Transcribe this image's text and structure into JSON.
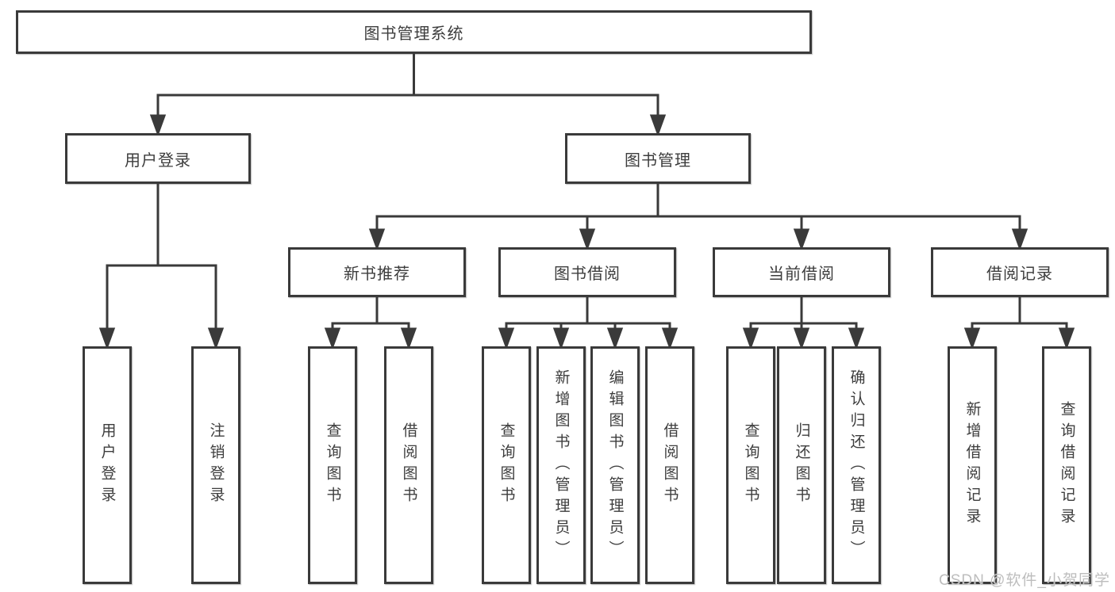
{
  "diagram": {
    "root": {
      "label": "图书管理系统"
    },
    "level2": [
      {
        "label": "用户登录"
      },
      {
        "label": "图书管理"
      }
    ],
    "level3": [
      {
        "label": "新书推荐",
        "parent": "图书管理"
      },
      {
        "label": "图书借阅",
        "parent": "图书管理"
      },
      {
        "label": "当前借阅",
        "parent": "图书管理"
      },
      {
        "label": "借阅记录",
        "parent": "图书管理"
      }
    ],
    "leaves": [
      {
        "label": "用户登录",
        "parent": "用户登录"
      },
      {
        "label": "注销登录",
        "parent": "用户登录"
      },
      {
        "label": "查询图书",
        "parent": "新书推荐"
      },
      {
        "label": "借阅图书",
        "parent": "新书推荐"
      },
      {
        "label": "查询图书",
        "parent": "图书借阅"
      },
      {
        "label": "新增图书（管理员）",
        "parent": "图书借阅"
      },
      {
        "label": "编辑图书（管理员）",
        "parent": "图书借阅"
      },
      {
        "label": "借阅图书",
        "parent": "图书借阅"
      },
      {
        "label": "查询图书",
        "parent": "当前借阅"
      },
      {
        "label": "归还图书",
        "parent": "当前借阅"
      },
      {
        "label": "确认归还（管理员）",
        "parent": "当前借阅"
      },
      {
        "label": "新增借阅记录",
        "parent": "借阅记录"
      },
      {
        "label": "查询借阅记录",
        "parent": "借阅记录"
      }
    ]
  },
  "watermark": {
    "text": "CSDN @软件_小贺同学"
  },
  "colors": {
    "line": "#3a3a3a",
    "box_border": "#3a3a3a",
    "text": "#3d3d3d",
    "watermark": "#bdbdbd",
    "background": "#ffffff"
  }
}
